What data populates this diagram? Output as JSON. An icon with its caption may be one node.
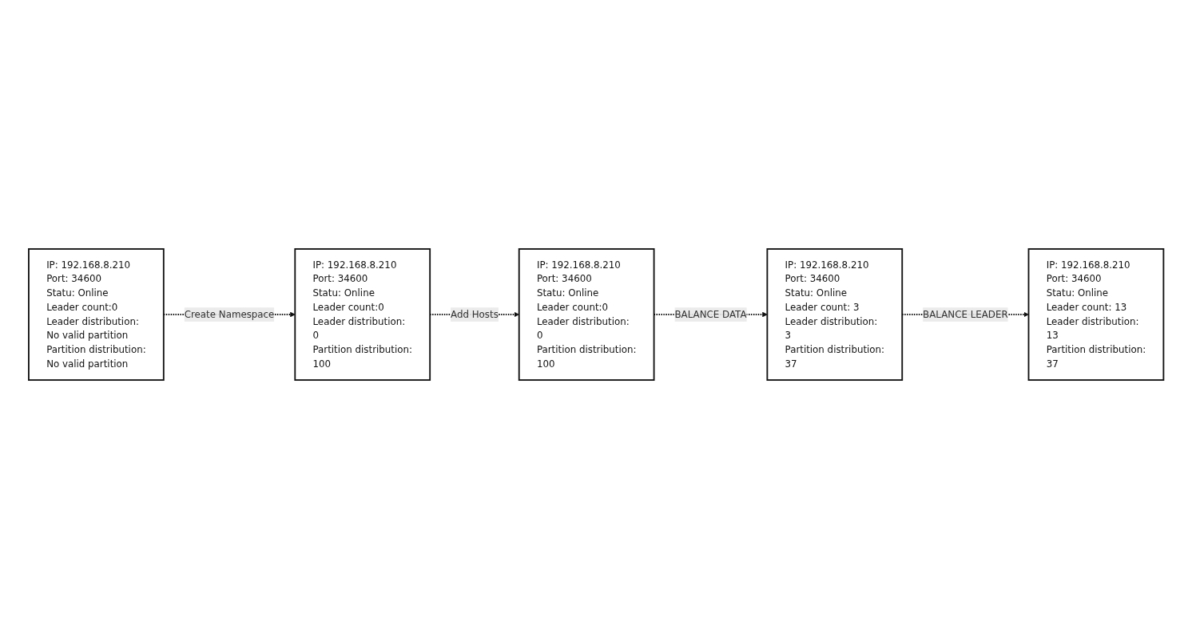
{
  "diagram": {
    "nodes": [
      {
        "text": [
          "IP: 192.168.8.210",
          "Port: 34600",
          "Statu: Online",
          "Leader count:0",
          "Leader distribution:",
          "No valid partition",
          "Partition distribution:",
          "No valid partition"
        ]
      },
      {
        "text": [
          "IP: 192.168.8.210",
          "Port: 34600",
          "Statu: Online",
          "Leader count:0",
          "Leader distribution:",
          "0",
          "Partition distribution:",
          "100"
        ]
      },
      {
        "text": [
          "IP: 192.168.8.210",
          "Port: 34600",
          "Statu: Online",
          "Leader count:0",
          "Leader distribution:",
          "0",
          "Partition distribution:",
          "100"
        ]
      },
      {
        "text": [
          "IP: 192.168.8.210",
          "Port: 34600",
          "Statu: Online",
          "Leader count: 13",
          "Leader distribution:",
          "13",
          "Partition distribution:",
          "37"
        ]
      },
      {
        "text": [
          "IP: 192.168.8.210",
          "Port: 34600",
          "Statu: Online",
          "Leader count: 3",
          "Leader distribution:",
          "3",
          "Partition distribution:",
          "37"
        ]
      }
    ],
    "edges": [
      {
        "from": 0,
        "to": 1,
        "arrow": "to",
        "label": "Create Namespace",
        "style": "dashed"
      },
      {
        "from": 1,
        "to": 2,
        "arrow": "to",
        "label": "Add Hosts",
        "style": "dashed"
      },
      {
        "from": 2,
        "to": 4,
        "arrow": "to",
        "label": "BALANCE DATA",
        "style": "dashed"
      },
      {
        "from": 4,
        "to": 3,
        "arrow": "to",
        "label": "BALANCE LEADER",
        "style": "dashed"
      }
    ]
  }
}
